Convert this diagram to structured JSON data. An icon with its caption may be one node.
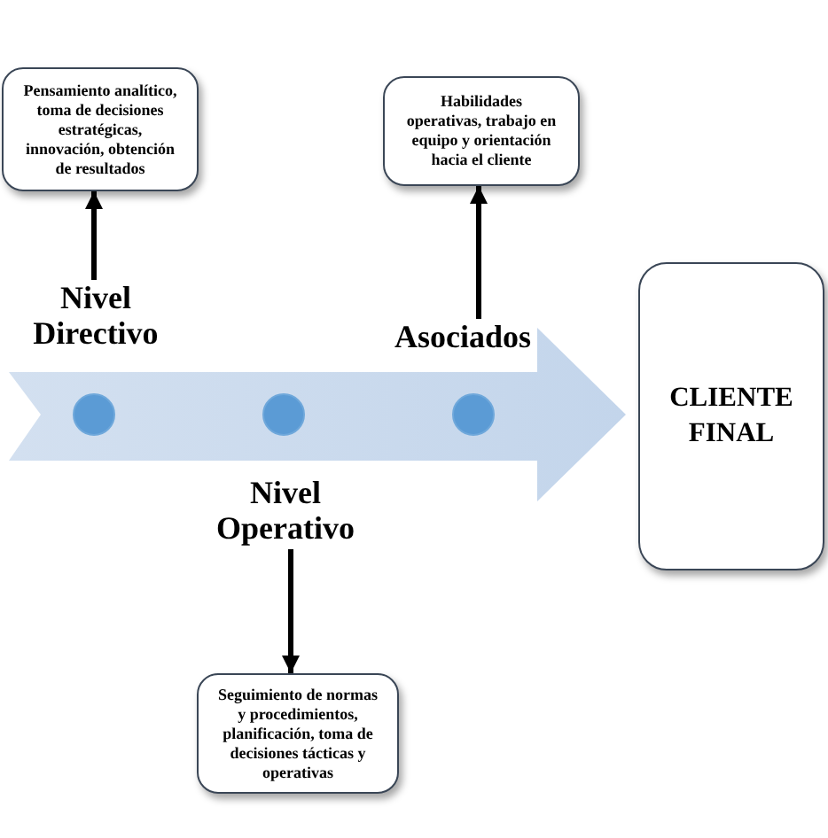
{
  "diagram": {
    "nodes": [
      {
        "text": [
          "Pensamiento analítico, toma de decisiones estratégicas, innovación, obtención de resultados"
        ]
      },
      {
        "text": [
          "Habilidades operativas, trabajo en equipo y orientación hacia el cliente"
        ]
      },
      {
        "text": [
          "Nivel Directivo"
        ]
      },
      {
        "text": [
          "Asociados"
        ]
      },
      {
        "text": [
          "CLIENTE FINAL"
        ]
      },
      {
        "text": [],
        "shape": "arrow"
      },
      {
        "text": [],
        "shape": "circle",
        "in": 5
      },
      {
        "text": [],
        "shape": "circle",
        "in": 5
      },
      {
        "text": [],
        "shape": "circle",
        "in": 5
      },
      {
        "text": [
          "Nivel Operativo"
        ]
      },
      {
        "text": [
          "Seguimiento de normas y procedimientos, planificación, toma de decisiones tácticas y operativas"
        ]
      }
    ],
    "edges": [
      {
        "from": 2,
        "to": 0,
        "arrow": "to"
      },
      {
        "from": 3,
        "to": 1,
        "arrow": "to"
      },
      {
        "from": 9,
        "to": 10,
        "arrow": "to"
      }
    ]
  }
}
